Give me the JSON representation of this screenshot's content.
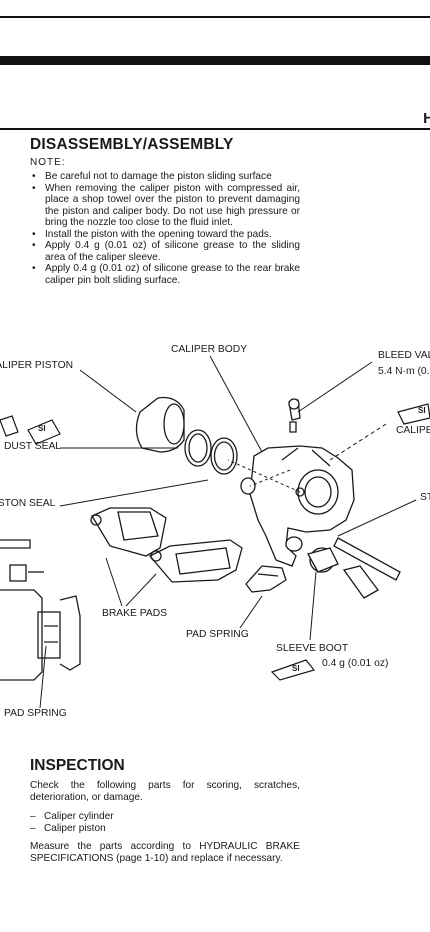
{
  "header": {
    "corner_letter": "H"
  },
  "disassembly": {
    "title": "DISASSEMBLY/ASSEMBLY",
    "note_label": "NOTE:",
    "notes": [
      "Be careful not to damage the piston sliding surface",
      "When removing the caliper piston with compressed air, place a shop towel over the piston to prevent damaging the piston and caliper body. Do not use high pressure or bring the nozzle too close to the fluid inlet.",
      "Install the piston with the opening toward the pads.",
      "Apply 0.4 g (0.01 oz) of silicone grease to the sliding area of the caliper sleeve.",
      "Apply 0.4 g (0.01 oz) of silicone grease to the rear brake caliper pin bolt sliding surface."
    ]
  },
  "diagram": {
    "labels": {
      "caliper_body": "CALIPER BODY",
      "caliper_piston": "CALIPER PISTON",
      "bleed_valve": "BLEED VALVE",
      "bleed_torque": "5.4 N·m (0.",
      "dust_seal": "DUST SEAL",
      "caliper_right": "CALIPE",
      "piston_seal": "PISTON SEAL",
      "st_cut": "ST",
      "brake_pads": "BRAKE PADS",
      "pad_spring": "PAD SPRING",
      "sleeve_boot": "SLEEVE BOOT",
      "grease_amount": "0.4 g (0.01 oz)",
      "pad_spring_left": "PAD SPRING",
      "grease_symbol": "SI"
    }
  },
  "inspection": {
    "title": "INSPECTION",
    "intro": "Check the following parts for scoring, scratches, deterioration, or damage.",
    "items": [
      "Caliper cylinder",
      "Caliper piston"
    ],
    "measure": "Measure the parts according to HYDRAULIC BRAKE SPECIFICATIONS (page 1-10) and replace if necessary."
  }
}
